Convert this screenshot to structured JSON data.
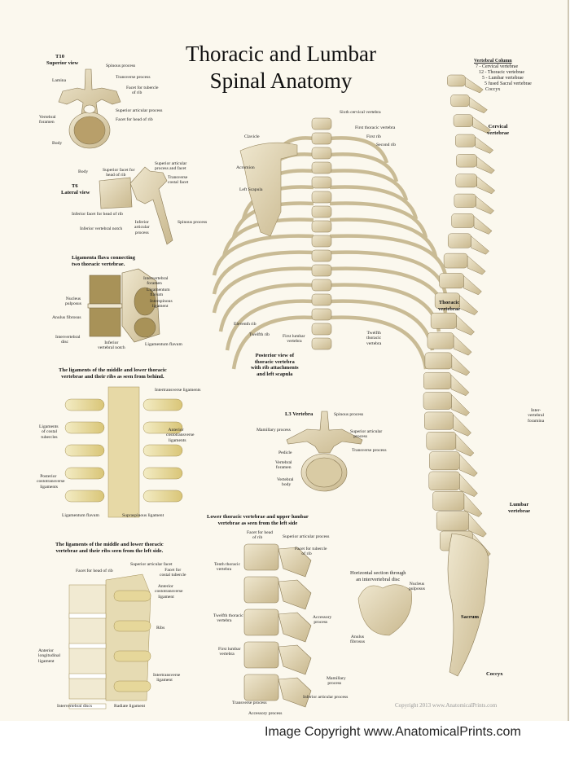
{
  "title": {
    "line1": "Thoracic and Lumbar",
    "line2": "Spinal Anatomy"
  },
  "t10": {
    "heading": "T10",
    "subheading": "Superior view",
    "spinous": "Spinous process",
    "transverse": "Transverse process",
    "tubercle": "Facet for tubercle\n     of rib",
    "lamina": "Lamina",
    "sup_art": "Superior articular process",
    "head": "Facet for head of rib",
    "foramen": "Vertebral\nforamen",
    "body": "Body"
  },
  "t6": {
    "heading": "T6",
    "subheading": "Lateral view",
    "body": "Body",
    "sup_facet": "Superior facet for\n   head of rib",
    "sup_art": "Superior articular\nprocess and facet",
    "trans_costal": "Transverse\ncostal facet",
    "inf_facet": "Inferior facet for head of rib",
    "inf_notch": "Inferior vertebral notch",
    "inf_art": "Inferior\narticular\nprocess",
    "spinous": "Spinous process"
  },
  "flava": {
    "heading": "Ligamenta flava connecting\ntwo thoracic vertebrae.",
    "iv_foramen": "Intervertebral\n   foramen",
    "lig_flavum1": "Ligamentum\n   flavum",
    "interspinous": "Interspinous\n  ligament",
    "nucleus": "Nucleus\npulposus",
    "anulus": "Anulus fibrosus",
    "iv_disc": "Intervertebral\n     disc",
    "inf_notch": "Inferior\nvertebral notch",
    "lig_flavum2": "Ligamentum flavum"
  },
  "behind": {
    "heading": "The ligaments of the middle and lower thoracic\nvertebrae and their ribs as seen from behind.",
    "intertransverse": "Intertransverse ligaments",
    "costal_tubercles": "Ligaments\n of costal\n tubercles",
    "ant_costo": "  Anterior\ncostotransverse\n  ligaments",
    "post_costo": "   Posterior\ncostotransverse\n   ligaments",
    "lig_flavum": "Ligamentum flavum",
    "supraspinous": "Supraspinous ligament"
  },
  "leftside": {
    "heading": "The ligaments of the middle and lower thoracic\nvertebrae and their ribs seen from the left side.",
    "head_rib": "Facet for head of rib",
    "sup_art": "Superior articular facet",
    "costal_tub": "Facet for\ncostal tubercle",
    "ant_costo": "   Anterior\ncostotransverse\n   ligament",
    "ribs": "Ribs",
    "ant_long": "Anterior\nlongitudinal\nligament",
    "intertransverse": "Intertransverse\n   ligament",
    "iv_discs": "Intervertebral discs",
    "radiate": "Radiate ligament"
  },
  "ribcage": {
    "sixth_cervical": "Sixth cervical vertebra",
    "first_thoracic": "First thoracic vertebra",
    "first_rib": "First rib",
    "second_rib": "Second rib",
    "clavicle": "Clavicle",
    "acromion": "Acromion",
    "scapula": "Left Scapula",
    "eleventh": "Eleventh rib",
    "twelfth": "Twelfth rib",
    "first_lumbar": "First lumbar\n vertebra",
    "twelfth_thoracic": "Twelfth\nthoracic\nvertebra",
    "caption": "Posterior view of\nthoracic vertebra\nwith rib attachments\nand left scapula"
  },
  "l3": {
    "heading": "L3 Vertebra",
    "spinous": "Spinous process",
    "mamillary": "Mamillary process",
    "sup_art": "Superior articular\n   process",
    "transverse": "Transverse process",
    "pedicle": "Pedicle",
    "foramen": "Vertebral\nforamen",
    "body": "Vertebral\n  body"
  },
  "lower": {
    "heading": "Lower thoracic vertebrae and upper lumbar\nvertebrae as seen from the left side",
    "head_rib": "Facet for head\n     of rib",
    "sup_art": "Superior articular process",
    "tubercle": "Facet for tubercle\n      of rib",
    "tenth": "Tenth thoracic\n  vertebra",
    "twelfth": "Twelfth thoracic\n   vertebra",
    "accessory1": "Accessory\n process",
    "first_lumbar": "First lumbar\n vertebra",
    "mamillary": "Mamillary\n process",
    "inf_art": "Inferior articular process",
    "transverse": "Transverse process",
    "accessory2": "Accessory process"
  },
  "disc": {
    "heading": "Horizontal section through\nan intervertebral disc",
    "nucleus": "Nucleus\npulposus",
    "anulus": "Anulus\nfibrosus"
  },
  "column": {
    "heading": "Vertebral Column",
    "items": [
      "7 - Cervical vertebrae",
      "12 - Thoracic vertebrae",
      "5 - Lumbar vertebrae",
      "5 fused Sacral vertebrae",
      "Coccyx"
    ],
    "cervical": "Cervical\nvertebrae",
    "thoracic": "Thoracic\nvertebrae",
    "foramina": "Inter-\nvertebral\nforamina",
    "lumbar": "Lumbar\nvertebrae",
    "sacrum": "Sacrum",
    "coccyx": "Coccyx"
  },
  "copyright": "Copyright 2013 www.AnatomicalPrints.com",
  "banner": "Image Copyright www.AnatomicalPrints.com",
  "colors": {
    "background": "#fbf8ee",
    "bone": "#e6dcc0",
    "bone_shade": "#b8a67c",
    "ligament": "#e8d890"
  }
}
